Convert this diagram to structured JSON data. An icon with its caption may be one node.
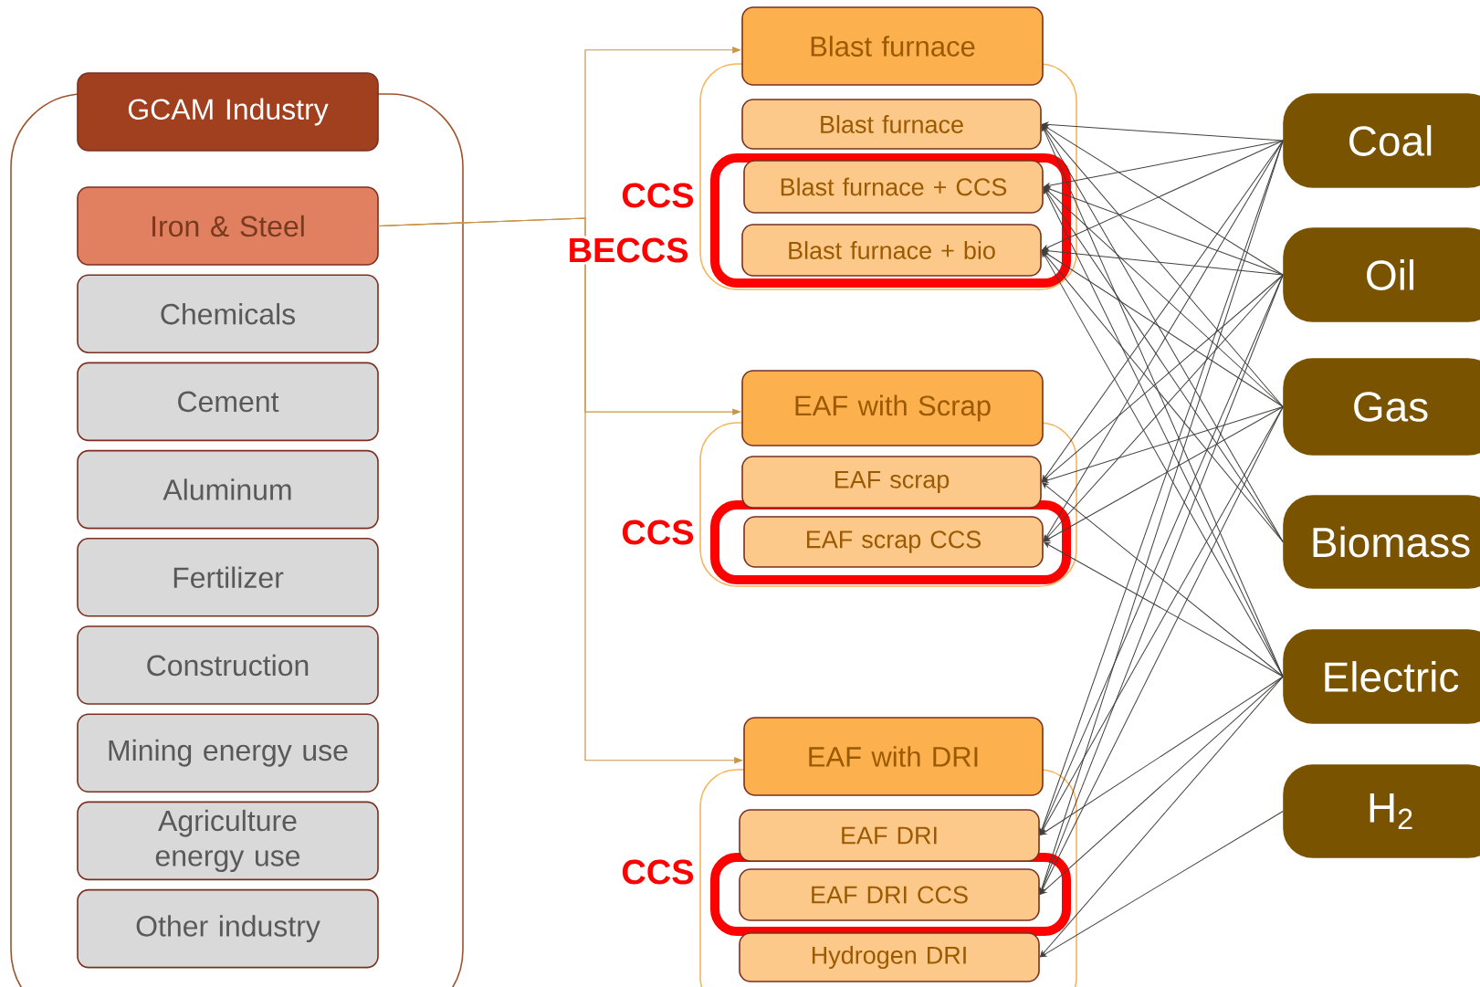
{
  "diagram": {
    "nodes": [
      {
        "text": [
          "GCAM Industry"
        ]
      },
      {
        "text": [
          "Iron & Steel"
        ],
        "in": 0
      },
      {
        "text": [
          "Chemicals"
        ],
        "in": 0
      },
      {
        "text": [
          "Cement"
        ],
        "in": 0
      },
      {
        "text": [
          "Aluminum"
        ],
        "in": 0
      },
      {
        "text": [
          "Fertilizer"
        ],
        "in": 0
      },
      {
        "text": [
          "Construction"
        ],
        "in": 0
      },
      {
        "text": [
          "Mining energy use"
        ],
        "in": 0
      },
      {
        "text": [
          "Agriculture energy use"
        ],
        "in": 0
      },
      {
        "text": [
          "Other industry"
        ],
        "in": 0
      },
      {
        "text": [
          "Blast furnace"
        ]
      },
      {
        "text": [
          "Blast furnace"
        ],
        "in": 10
      },
      {
        "text": [
          "Blast furnace + CCS"
        ],
        "in": 10
      },
      {
        "text": [
          "Blast furnace + bio"
        ],
        "in": 10
      },
      {
        "text": [
          "EAF with Scrap"
        ]
      },
      {
        "text": [
          "EAF scrap"
        ],
        "in": 14
      },
      {
        "text": [
          "EAF scrap CCS"
        ],
        "in": 14
      },
      {
        "text": [
          "EAF with DRI"
        ]
      },
      {
        "text": [
          "EAF DRI"
        ],
        "in": 17
      },
      {
        "text": [
          "EAF DRI CCS"
        ],
        "in": 17
      },
      {
        "text": [
          "Hydrogen DRI"
        ],
        "in": 17
      },
      {
        "text": [
          "Coal"
        ]
      },
      {
        "text": [
          "Oil"
        ]
      },
      {
        "text": [
          "Gas"
        ]
      },
      {
        "text": [
          "Biomass"
        ]
      },
      {
        "text": [
          "Electric"
        ]
      },
      {
        "text": [
          "H$_{2}$"
        ]
      }
    ],
    "edges": [
      {
        "from": 1,
        "to": 10,
        "arrow": "to",
        "color": "#c8954a"
      },
      {
        "from": 1,
        "to": 14,
        "arrow": "to",
        "color": "#c8954a"
      },
      {
        "from": 1,
        "to": 17,
        "arrow": "to",
        "color": "#c8954a"
      },
      {
        "from": 21,
        "to": 11,
        "arrow": "to"
      },
      {
        "from": 21,
        "to": 12,
        "arrow": "to"
      },
      {
        "from": 21,
        "to": 13,
        "arrow": "to"
      },
      {
        "from": 21,
        "to": 15,
        "arrow": "to"
      },
      {
        "from": 21,
        "to": 16,
        "arrow": "to"
      },
      {
        "from": 21,
        "to": 18,
        "arrow": "to"
      },
      {
        "from": 21,
        "to": 19,
        "arrow": "to"
      },
      {
        "from": 22,
        "to": 11,
        "arrow": "to"
      },
      {
        "from": 22,
        "to": 12,
        "arrow": "to"
      },
      {
        "from": 22,
        "to": 13,
        "arrow": "to"
      },
      {
        "from": 22,
        "to": 15,
        "arrow": "to"
      },
      {
        "from": 22,
        "to": 16,
        "arrow": "to"
      },
      {
        "from": 22,
        "to": 18,
        "arrow": "to"
      },
      {
        "from": 22,
        "to": 19,
        "arrow": "to"
      },
      {
        "from": 23,
        "to": 11,
        "arrow": "to"
      },
      {
        "from": 23,
        "to": 12,
        "arrow": "to"
      },
      {
        "from": 23,
        "to": 13,
        "arrow": "to"
      },
      {
        "from": 23,
        "to": 15,
        "arrow": "to"
      },
      {
        "from": 23,
        "to": 16,
        "arrow": "to"
      },
      {
        "from": 23,
        "to": 18,
        "arrow": "to"
      },
      {
        "from": 23,
        "to": 19,
        "arrow": "to"
      },
      {
        "from": 24,
        "to": 11,
        "arrow": "to"
      },
      {
        "from": 24,
        "to": 12,
        "arrow": "to"
      },
      {
        "from": 24,
        "to": 13,
        "arrow": "to"
      },
      {
        "from": 25,
        "to": 11,
        "arrow": "to"
      },
      {
        "from": 25,
        "to": 12,
        "arrow": "to"
      },
      {
        "from": 25,
        "to": 13,
        "arrow": "to"
      },
      {
        "from": 25,
        "to": 15,
        "arrow": "to"
      },
      {
        "from": 25,
        "to": 16,
        "arrow": "to"
      },
      {
        "from": 25,
        "to": 18,
        "arrow": "to"
      },
      {
        "from": 25,
        "to": 19,
        "arrow": "to"
      },
      {
        "from": 25,
        "to": 20,
        "arrow": "to"
      },
      {
        "from": 26,
        "to": 20,
        "arrow": "to"
      }
    ],
    "labels": [
      "CCS",
      "BECCS",
      "CCS",
      "CCS"
    ]
  }
}
